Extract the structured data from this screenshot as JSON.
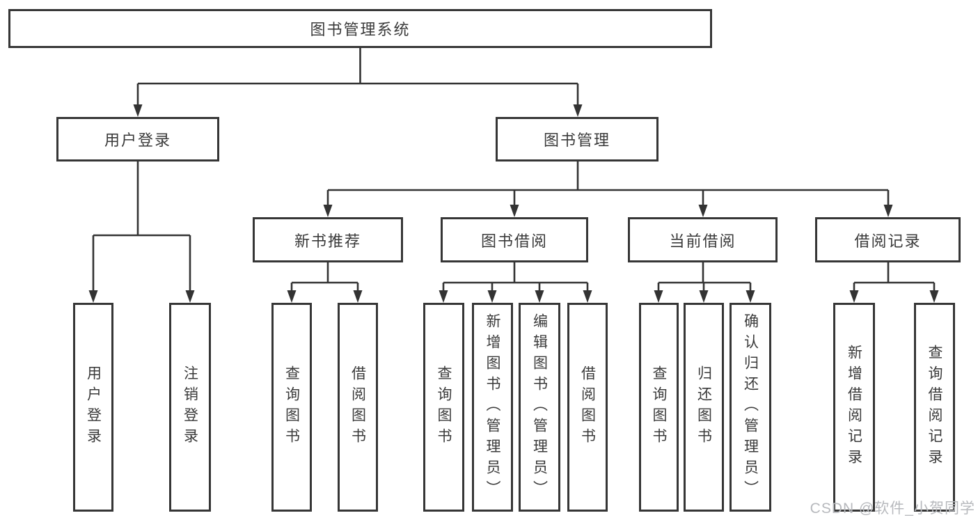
{
  "watermark": "CSDN @软件_小贺同学",
  "colors": {
    "line": "#333333",
    "box_border": "#363636",
    "text": "#3a3a3a",
    "watermark": "#b7b9bd"
  },
  "tree": {
    "root": "图书管理系统",
    "branches": [
      {
        "label": "用户登录",
        "children": [
          "用户登录",
          "注销登录"
        ]
      },
      {
        "label": "图书管理",
        "groups": [
          {
            "label": "新书推荐",
            "children": [
              "查询图书",
              "借阅图书"
            ]
          },
          {
            "label": "图书借阅",
            "children": [
              "查询图书",
              "新增图书（管理员）",
              "编辑图书（管理员）",
              "借阅图书"
            ]
          },
          {
            "label": "当前借阅",
            "children": [
              "查询图书",
              "归还图书",
              "确认归还（管理员）"
            ]
          },
          {
            "label": "借阅记录",
            "children": [
              "新增借阅记录",
              "查询借阅记录"
            ]
          }
        ]
      }
    ]
  }
}
